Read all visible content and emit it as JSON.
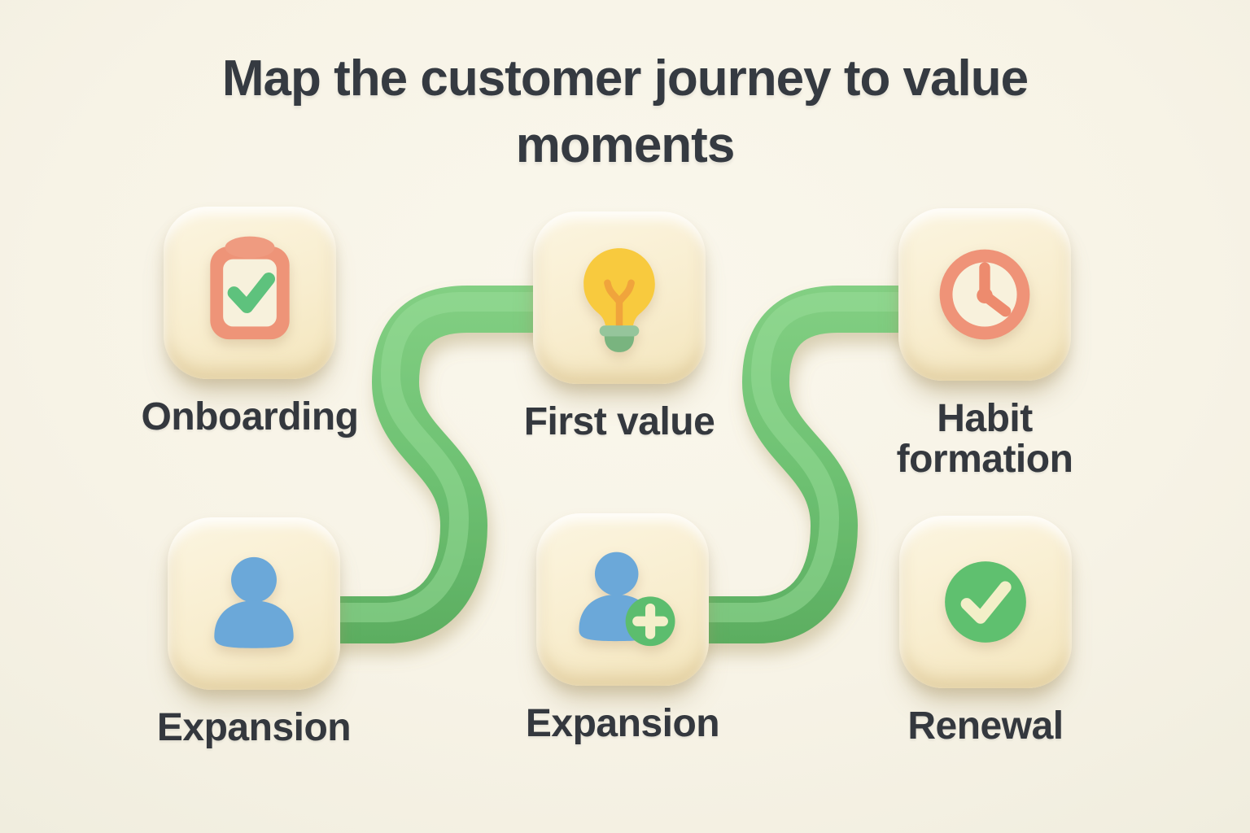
{
  "title": "Map the customer journey to value moments",
  "nodes": [
    {
      "label": "Onboarding",
      "icon": "clipboard-check-icon",
      "row": "top",
      "column": "left"
    },
    {
      "label": "First value",
      "icon": "lightbulb-icon",
      "row": "top",
      "column": "center"
    },
    {
      "label": "Habit formation",
      "icon": "clock-icon",
      "row": "top",
      "column": "right"
    },
    {
      "label": "Expansion",
      "icon": "person-icon",
      "row": "bottom",
      "column": "left"
    },
    {
      "label": "Expansion",
      "icon": "person-add-icon",
      "row": "bottom",
      "column": "center"
    },
    {
      "label": "Renewal",
      "icon": "check-circle-icon",
      "row": "bottom",
      "column": "right"
    }
  ],
  "connections": [
    {
      "from": "Expansion (bottom-left)",
      "to": "First value (top-center)",
      "shape": "s-curve-pipe"
    },
    {
      "from": "Expansion (bottom-center)",
      "to": "Habit formation (top-right)",
      "shape": "s-curve-pipe"
    }
  ],
  "colors": {
    "background": "#F7F3E6",
    "tile_cream": "#F8EDCE",
    "pipe_green": "#6FC273",
    "coral": "#EF9378",
    "bulb_yellow": "#F8CA3E",
    "filament_orange": "#F0A43C",
    "sage_green": "#95C59B",
    "person_blue": "#6BA8D9",
    "badge_green": "#5CBD6E",
    "check_cream": "#F2EFC8",
    "text": "#34383E"
  }
}
